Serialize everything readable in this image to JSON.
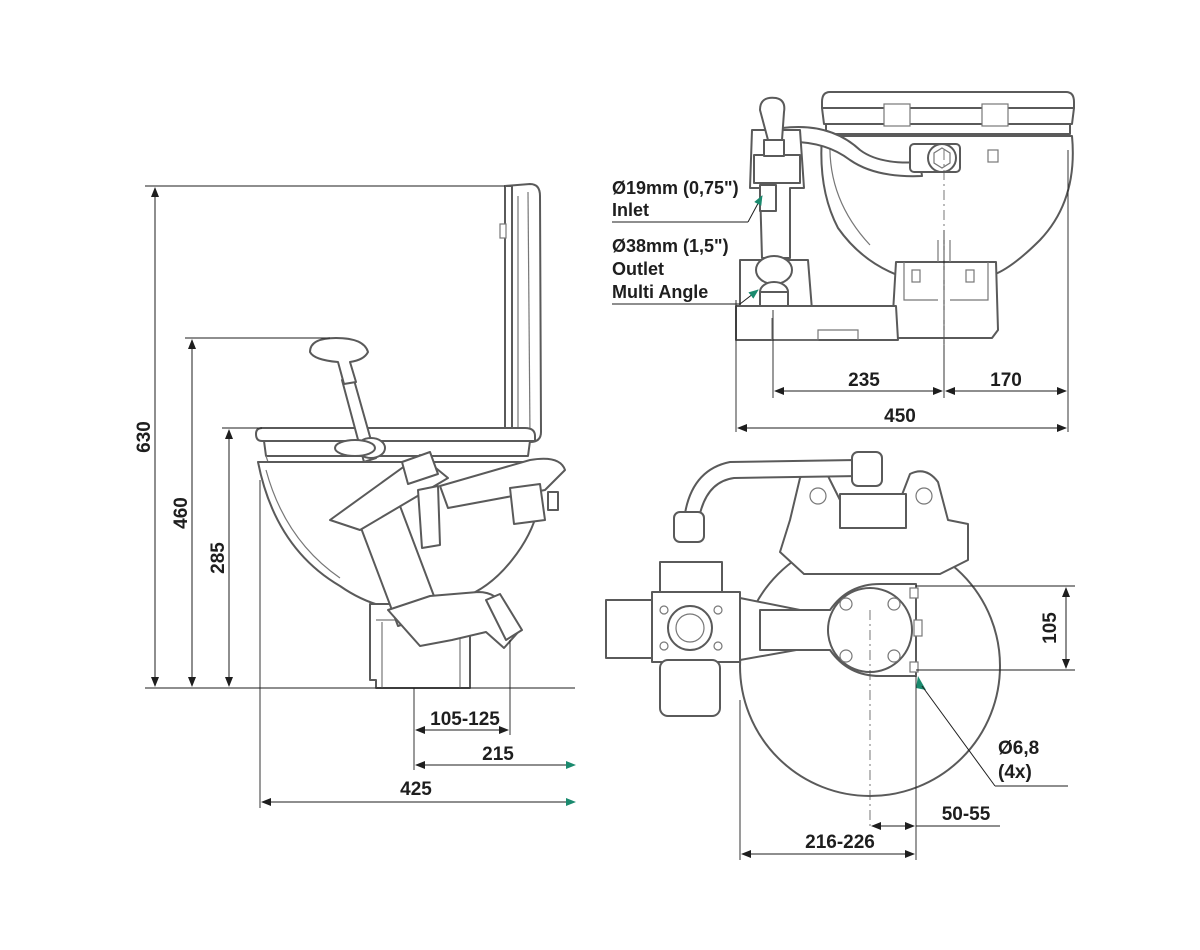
{
  "side_view": {
    "height_total": "630",
    "height_pump_handle": "460",
    "height_seat": "285",
    "depth_outlet": "105-125",
    "depth_outlet_max": "215",
    "depth_total": "425"
  },
  "front_view": {
    "inlet_size": "Ø19mm (0,75\")",
    "inlet_label": "Inlet",
    "outlet_size": "Ø38mm (1,5\")",
    "outlet_label": "Outlet",
    "outlet_note": "Multi Angle",
    "width_left": "235",
    "width_right": "170",
    "width_total": "450"
  },
  "top_view": {
    "bolt_spacing": "105",
    "bolt_hole": "Ø6,8",
    "bolt_count": "(4x)",
    "offset_bolts": "50-55",
    "offset_center": "216-226"
  },
  "colors": {
    "line": "#5a5a5a",
    "dimension": "#1e1e1e",
    "accent_arrow": "#1a8a6e"
  }
}
